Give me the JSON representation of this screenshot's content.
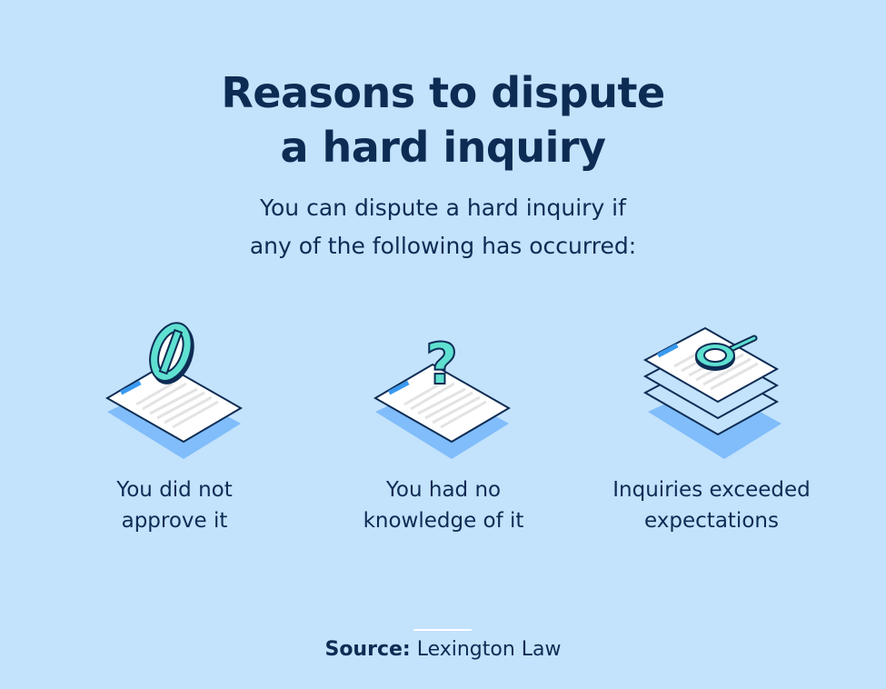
{
  "title": {
    "line1": "Reasons to dispute",
    "line2": "a hard inquiry"
  },
  "subtitle": {
    "line1": "You can dispute a hard inquiry if",
    "line2": "any of the following has occurred:"
  },
  "reasons": [
    {
      "icon": "prohibited-document-icon",
      "line1": "You did not",
      "line2": "approve it"
    },
    {
      "icon": "question-document-icon",
      "line1": "You had no",
      "line2": "knowledge of it"
    },
    {
      "icon": "magnifier-documents-icon",
      "line1": "Inquiries exceeded",
      "line2": "expectations"
    }
  ],
  "source": {
    "label": "Source:",
    "value": "Lexington Law"
  },
  "colors": {
    "background": "#c3e2fc",
    "navy": "#0d2c54",
    "teal": "#5fe0d0",
    "blue": "#3a9af0",
    "shadow": "#80bdfa"
  }
}
